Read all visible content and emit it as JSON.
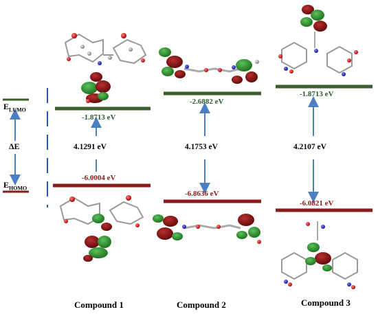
{
  "legend": {
    "lumo_label_main": "E",
    "lumo_label_sub": "LUMO",
    "delta_label": "ΔE",
    "homo_label_main": "E",
    "homo_label_sub": "HOMO"
  },
  "colors": {
    "lumo_level": "#3b5e2e",
    "homo_level": "#8b1a1a",
    "arrow": "#4a7fc1",
    "orbital_green": "#2a8a2a",
    "orbital_red": "#8b1010",
    "dashes": "#2b56a6"
  },
  "compounds": [
    {
      "name": "Compound 1",
      "lumo": "-1.8713 eV",
      "gap": "4.1291 eV",
      "homo": "-6.0004 eV"
    },
    {
      "name": "Compound 2",
      "lumo": "-2.6882 eV",
      "gap": "4.1753 eV",
      "homo": "-6.8636 eV"
    },
    {
      "name": "Compound 3",
      "lumo": "-1.8713 eV",
      "gap": "4.2107 eV",
      "homo": "-6.0821 eV"
    }
  ]
}
